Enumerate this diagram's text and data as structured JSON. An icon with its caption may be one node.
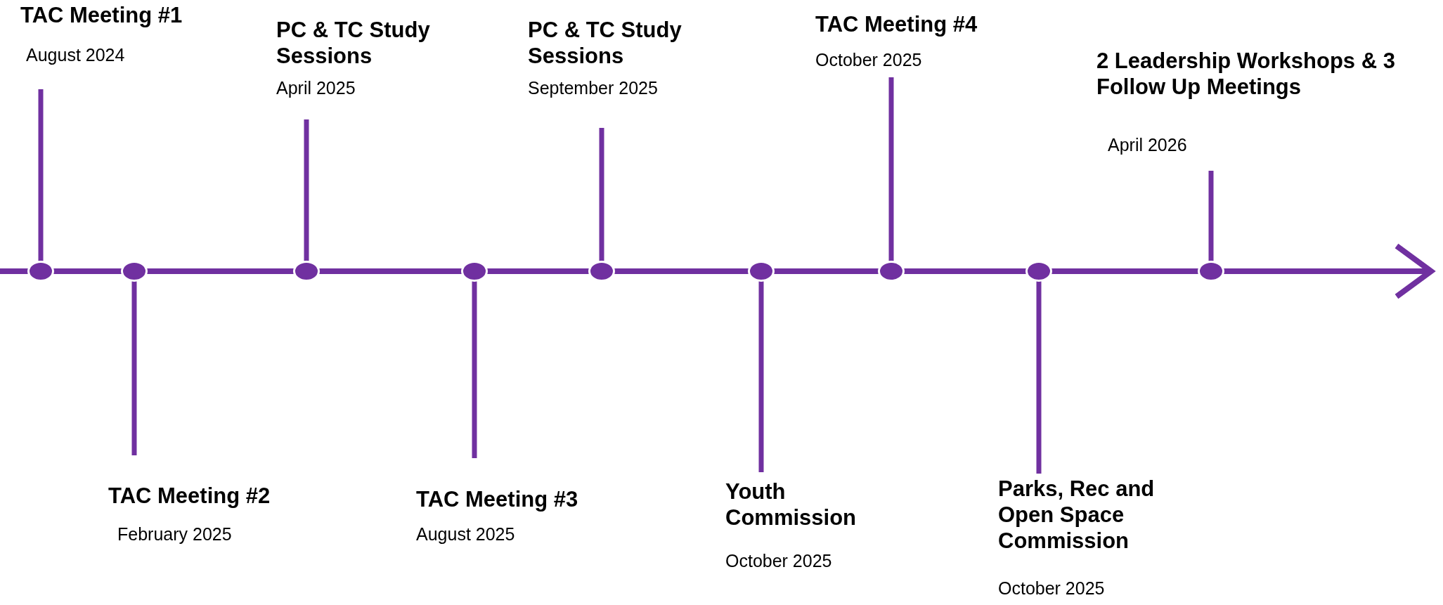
{
  "diagram": {
    "nodes": [
      {
        "text": [
          "TAC Meeting #1",
          "August 2024"
        ]
      },
      {
        "text": [
          "TAC Meeting #2",
          "February 2025"
        ]
      },
      {
        "text": [
          "PC & TC Study Sessions",
          "April 2025"
        ]
      },
      {
        "text": [
          "TAC Meeting #3",
          "August 2025"
        ]
      },
      {
        "text": [
          "PC & TC Study Sessions",
          "September 2025"
        ]
      },
      {
        "text": [
          "Youth Commission",
          "October 2025"
        ]
      },
      {
        "text": [
          "TAC Meeting #4",
          "October 2025"
        ]
      },
      {
        "text": [
          "Parks, Rec and Open Space Commission",
          "October 2025"
        ]
      },
      {
        "text": [
          "2 Leadership Workshops & 3 Follow Up Meetings",
          "April 2026"
        ]
      },
      {
        "text": [],
        "shape": "circle"
      },
      {
        "text": [],
        "shape": "circle"
      },
      {
        "text": [],
        "shape": "circle"
      },
      {
        "text": [],
        "shape": "circle"
      },
      {
        "text": [],
        "shape": "circle"
      },
      {
        "text": [],
        "shape": "circle"
      },
      {
        "text": [],
        "shape": "circle"
      },
      {
        "text": [],
        "shape": "circle"
      },
      {
        "text": [],
        "shape": "circle"
      }
    ],
    "edges": [
      {
        "from": 0,
        "to": 9,
        "arrow": "none"
      },
      {
        "from": 1,
        "to": 10,
        "arrow": "none"
      },
      {
        "from": 2,
        "to": 11,
        "arrow": "none"
      },
      {
        "from": 3,
        "to": 12,
        "arrow": "none"
      },
      {
        "from": 4,
        "to": 13,
        "arrow": "none"
      },
      {
        "from": 5,
        "to": 14,
        "arrow": "none"
      },
      {
        "from": 6,
        "to": 15,
        "arrow": "none"
      },
      {
        "from": 7,
        "to": 16,
        "arrow": "none"
      },
      {
        "from": 8,
        "to": 17,
        "arrow": "none"
      }
    ]
  }
}
